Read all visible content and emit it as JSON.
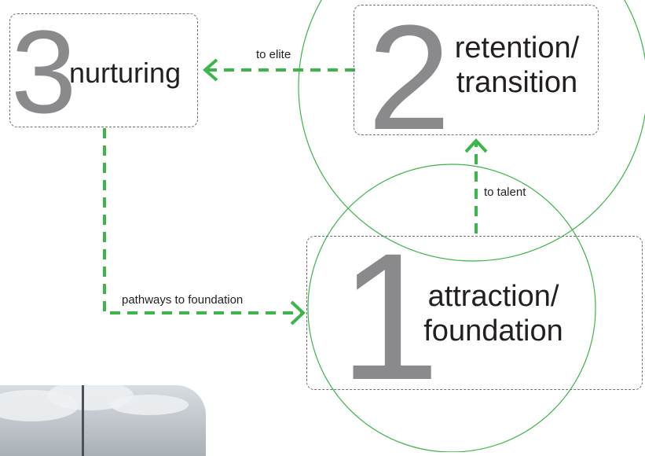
{
  "stages": [
    {
      "number": "3",
      "label_line1": "nurturing",
      "label_line2": ""
    },
    {
      "number": "2",
      "label_line1": "retention/",
      "label_line2": "transition"
    },
    {
      "number": "1",
      "label_line1": "attraction/",
      "label_line2": "foundation"
    }
  ],
  "connectors": {
    "to_elite": "to elite",
    "to_talent": "to talent",
    "pathways_to_foundation": "pathways to foundation"
  },
  "colors": {
    "arrow_green": "#3cb54a",
    "circle_green": "#3cb54a",
    "number_gray": "#8a8a8d",
    "box_border": "#6f6f6f",
    "text": "#231f20"
  }
}
